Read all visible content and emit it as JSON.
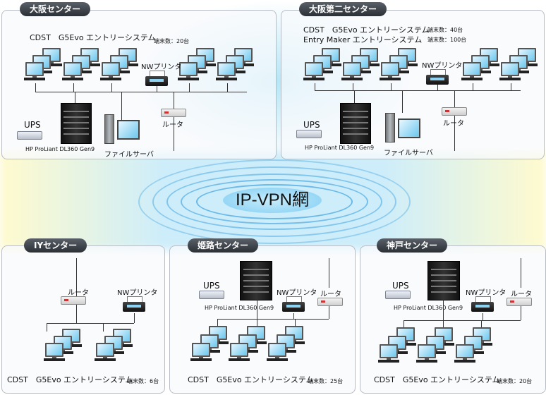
{
  "network": {
    "label": "IP-VPN網"
  },
  "common": {
    "ups": "UPS",
    "server": "HP ProLiant DL360 Gen9",
    "router": "ルータ",
    "printer": "NWプリンタ",
    "file_server": "ファイルサーバ"
  },
  "centers": {
    "osaka": {
      "name": "大阪センター",
      "system": "CDST　G5Evo エントリーシステム",
      "terminals": "端末数：20台"
    },
    "osaka2": {
      "name": "大阪第二センター",
      "system1": "CDST　G5Evo エントリーシステム",
      "terminals1": "端末数：40台",
      "system2": "Entry Maker エントリーシステム",
      "terminals2": "端末数：100台"
    },
    "iy": {
      "name": "IYセンター",
      "system": "CDST　G5Evo エントリーシステム",
      "terminals": "端末数：6台"
    },
    "himeji": {
      "name": "姫路センター",
      "system": "CDST　G5Evo エントリーシステム",
      "terminals": "端末数：25台"
    },
    "kobe": {
      "name": "神戸センター",
      "system": "CDST　G5Evo エントリーシステム",
      "terminals": "端末数：20台"
    }
  }
}
